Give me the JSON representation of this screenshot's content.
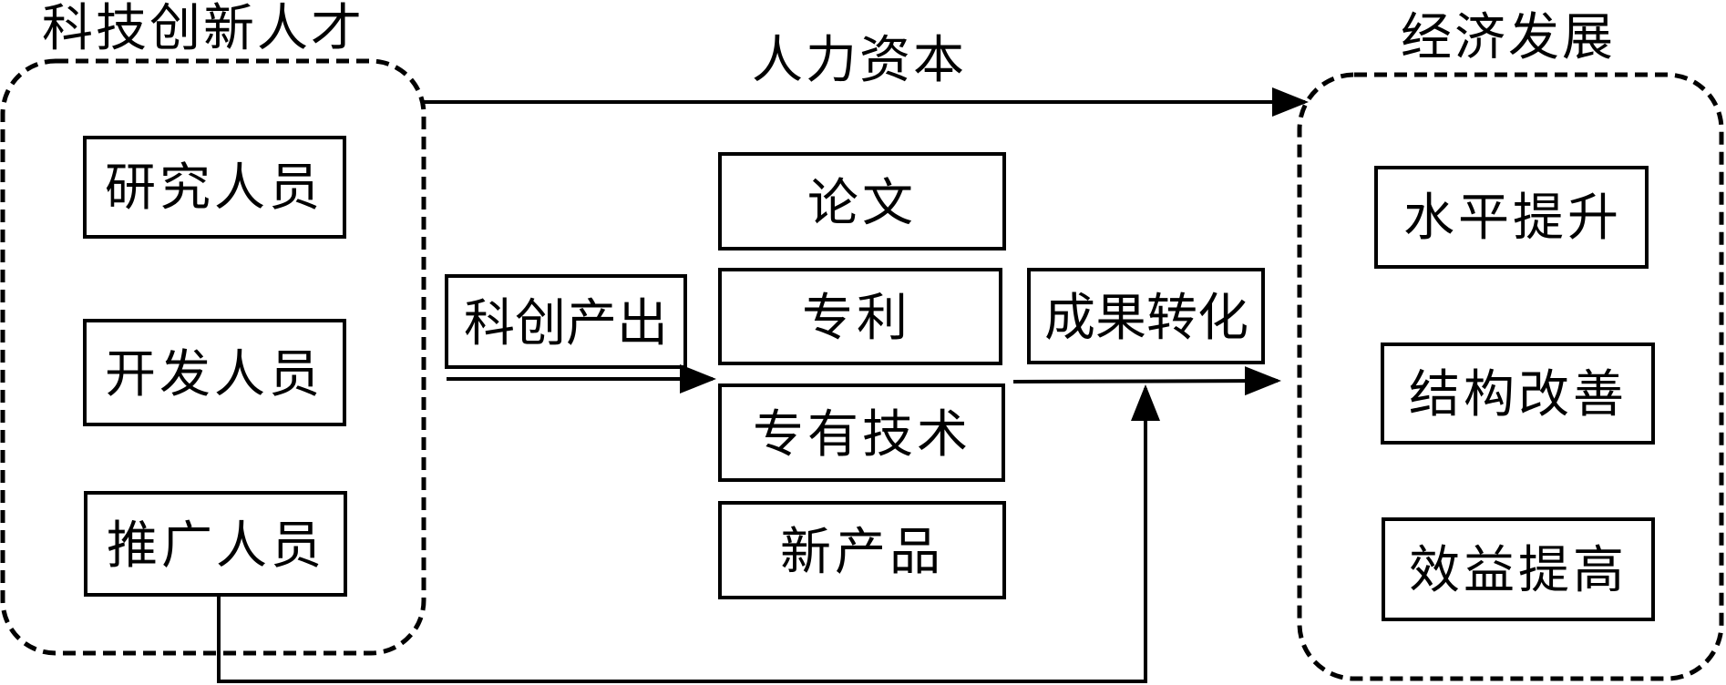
{
  "colors": {
    "stroke": "#000000",
    "text": "#000000",
    "background": "#ffffff"
  },
  "groups": {
    "talent": {
      "title": "科技创新人才",
      "items": [
        "研究人员",
        "开发人员",
        "推广人员"
      ]
    },
    "economy": {
      "title": "经济发展",
      "items": [
        "水平提升",
        "结构改善",
        "效益提高"
      ]
    }
  },
  "flows": {
    "human_capital": "人力资本",
    "sci_output": "科创产出",
    "transformation": "成果转化"
  },
  "outputs": {
    "items": [
      "论文",
      "专利",
      "专有技术",
      "新产品"
    ]
  }
}
